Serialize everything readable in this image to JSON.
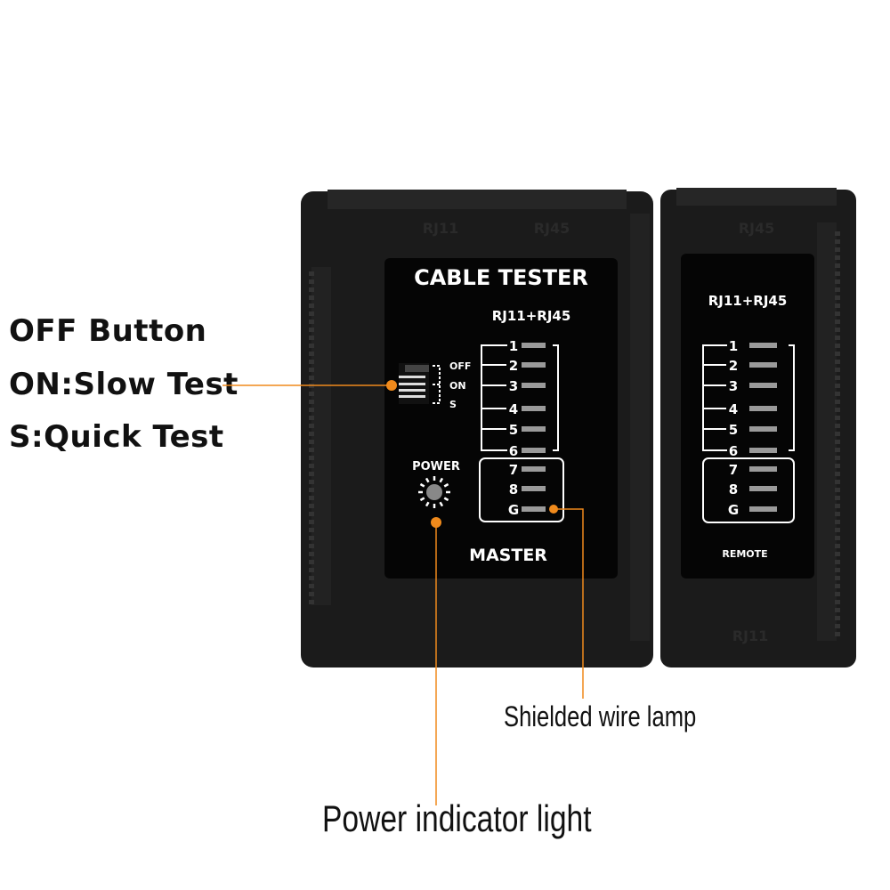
{
  "callouts": {
    "switch": [
      "OFF Button",
      "ON:Slow Test",
      "S:Quick Test"
    ],
    "shielded": "Shielded wire lamp",
    "power": "Power indicator light"
  },
  "master": {
    "title": "CABLE TESTER",
    "subtitle": "RJ11+RJ45",
    "switch_labels": [
      "OFF",
      "ON",
      "S"
    ],
    "power_label": "POWER",
    "leds": [
      "1",
      "2",
      "3",
      "4",
      "5",
      "6",
      "7",
      "8",
      "G"
    ],
    "name": "MASTER",
    "embossed": [
      "RJ11",
      "RJ45"
    ]
  },
  "remote": {
    "subtitle": "RJ11+RJ45",
    "leds": [
      "1",
      "2",
      "3",
      "4",
      "5",
      "6",
      "7",
      "8",
      "G"
    ],
    "name": "REMOTE",
    "embossed_top": "RJ45",
    "embossed_bottom": "RJ11"
  },
  "colors": {
    "accent": "#f08a1c",
    "body": "#1b1b1b",
    "panel": "#050505"
  }
}
